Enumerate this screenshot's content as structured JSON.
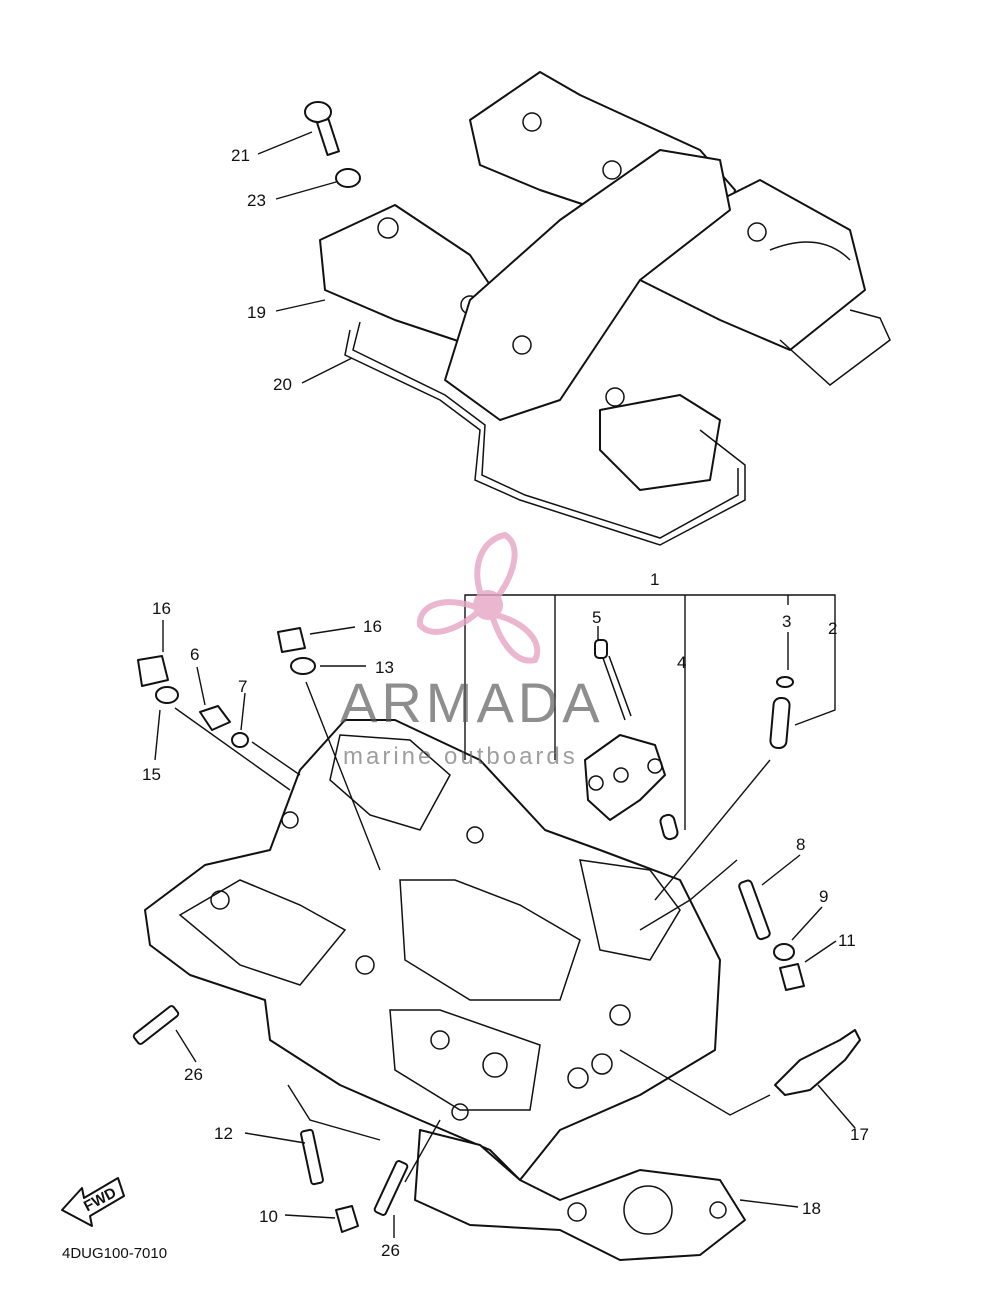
{
  "diagram": {
    "catalog_code": "4DUG100-7010",
    "fwd_label": "FWD",
    "callouts": [
      "1",
      "2",
      "3",
      "4",
      "5",
      "6",
      "7",
      "8",
      "9",
      "10",
      "11",
      "12",
      "13",
      "15",
      "16",
      "16",
      "17",
      "18",
      "19",
      "20",
      "21",
      "23",
      "26",
      "26"
    ]
  },
  "watermark": {
    "brand": "ARMADA",
    "tagline": "marine outboards",
    "color": "#e7a5c4"
  }
}
